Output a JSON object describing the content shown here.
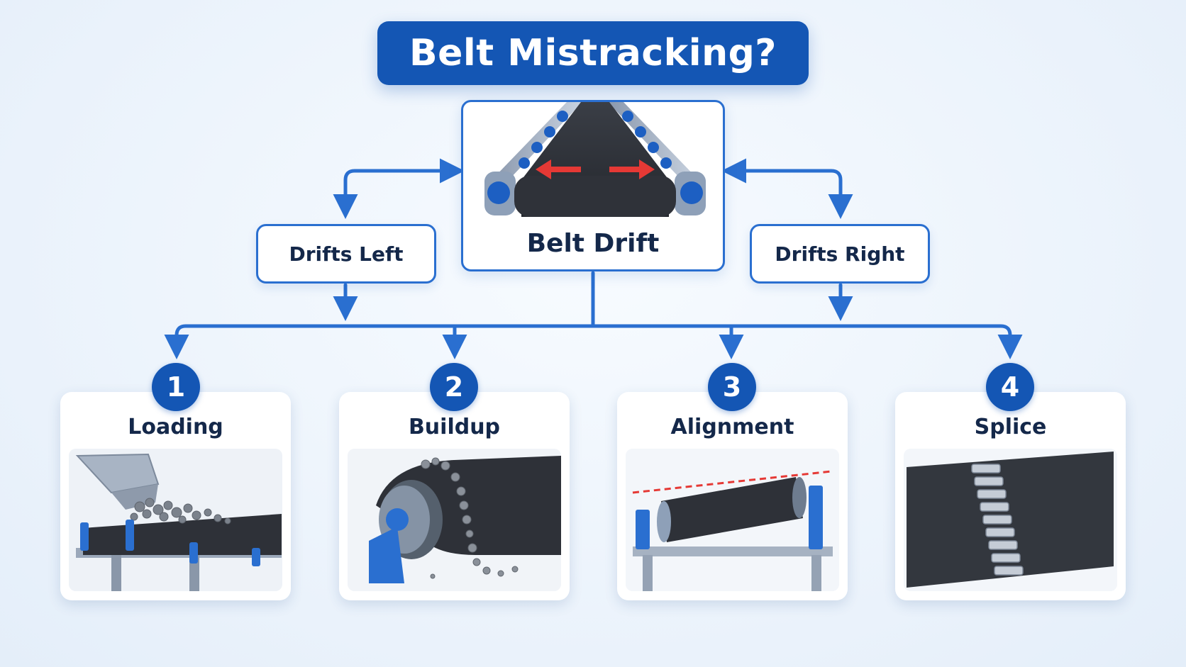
{
  "title": "Belt Mistracking?",
  "center": {
    "label": "Belt Drift",
    "image_icon": "conveyor-drift-icon"
  },
  "branches": {
    "left": {
      "label": "Drifts Left"
    },
    "right": {
      "label": "Drifts Right"
    }
  },
  "causes": [
    {
      "number": "1",
      "label": "Loading",
      "image_icon": "off-center-loading-icon"
    },
    {
      "number": "2",
      "label": "Buildup",
      "image_icon": "material-buildup-icon"
    },
    {
      "number": "3",
      "label": "Alignment",
      "image_icon": "idler-misalignment-icon"
    },
    {
      "number": "4",
      "label": "Splice",
      "image_icon": "belt-splice-icon"
    }
  ],
  "colors": {
    "primary": "#1456b4",
    "connector": "#2a6fd0",
    "text": "#14284a",
    "belt": "#2e3138",
    "drift_arrow": "#e53935"
  }
}
